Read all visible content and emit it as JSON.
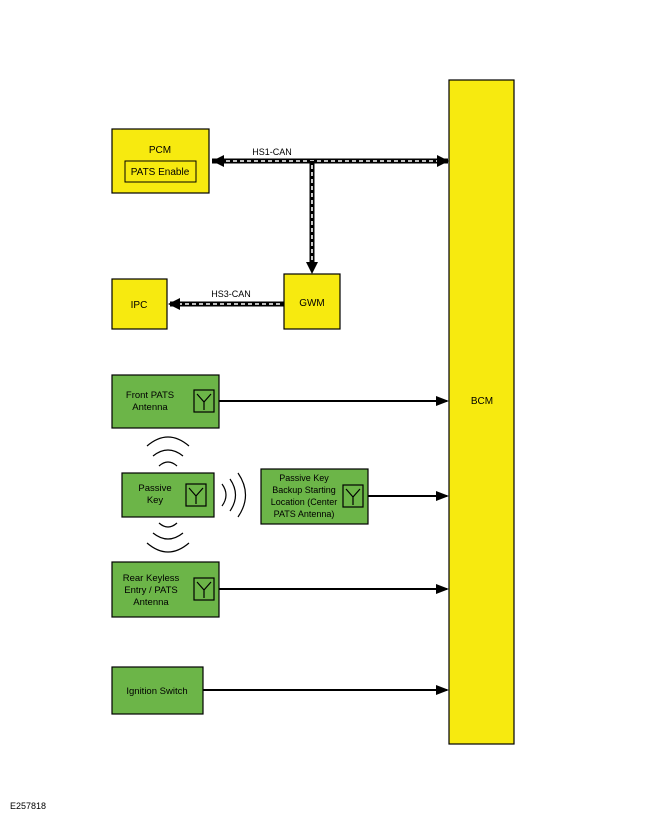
{
  "modules": {
    "pcm": "PCM",
    "pats_enable": "PATS Enable",
    "ipc": "IPC",
    "gwm": "GWM",
    "bcm": "BCM",
    "front_antenna": [
      "Front PATS",
      "Antenna"
    ],
    "passive_key": [
      "Passive",
      "Key"
    ],
    "backup_antenna": [
      "Passive Key",
      "Backup Starting",
      "Location (Center",
      "PATS Antenna)"
    ],
    "rear_antenna": [
      "Rear Keyless",
      "Entry / PATS",
      "Antenna"
    ],
    "ignition_switch": "Ignition Switch"
  },
  "buses": {
    "hs1": "HS1-CAN",
    "hs3": "HS3-CAN"
  },
  "figure_id": "E257818",
  "colors": {
    "module_yellow": "#f7ea0f",
    "antenna_green": "#6cb548",
    "line": "#000000"
  },
  "icons": {
    "antenna": "antenna-icon",
    "radio_waves": "radio-waves-icon"
  }
}
